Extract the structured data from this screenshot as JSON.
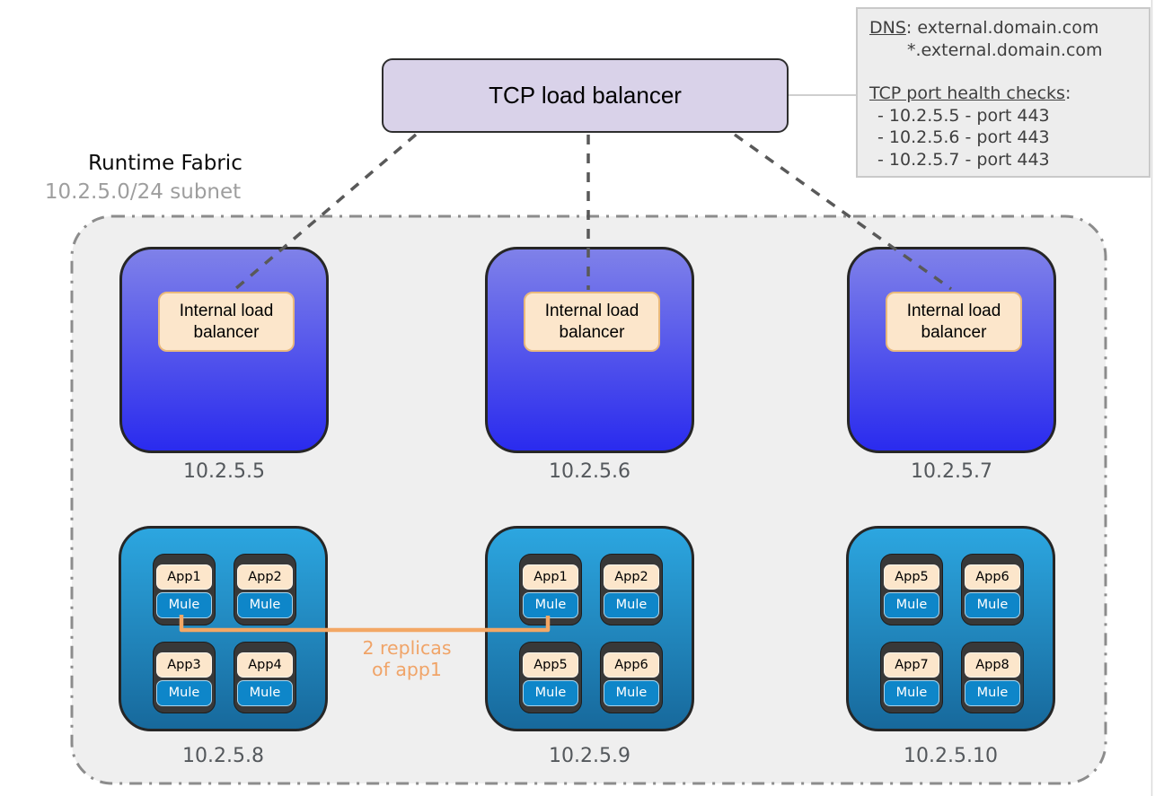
{
  "title_node": {
    "label": "TCP load balancer"
  },
  "info_panel": {
    "dns_term": "DNS",
    "dns_rest": ": external.domain.com",
    "dns_wildcard": "*.external.domain.com",
    "health_title": "TCP port health checks",
    "health_sep": ":",
    "health_checks": [
      "- 10.2.5.5 - port 443",
      "- 10.2.5.6 - port 443",
      "- 10.2.5.7 - port 443"
    ]
  },
  "fabric": {
    "title": "Runtime Fabric",
    "subtitle": "10.2.5.0/24 subnet"
  },
  "ilb_nodes": [
    {
      "ip": "10.2.5.5",
      "label": "Internal load balancer"
    },
    {
      "ip": "10.2.5.6",
      "label": "Internal load balancer"
    },
    {
      "ip": "10.2.5.7",
      "label": "Internal load balancer"
    }
  ],
  "worker_nodes": [
    {
      "ip": "10.2.5.8",
      "pods": [
        {
          "app": "App1",
          "runtime": "Mule"
        },
        {
          "app": "App2",
          "runtime": "Mule"
        },
        {
          "app": "App3",
          "runtime": "Mule"
        },
        {
          "app": "App4",
          "runtime": "Mule"
        }
      ]
    },
    {
      "ip": "10.2.5.9",
      "pods": [
        {
          "app": "App1",
          "runtime": "Mule"
        },
        {
          "app": "App2",
          "runtime": "Mule"
        },
        {
          "app": "App5",
          "runtime": "Mule"
        },
        {
          "app": "App6",
          "runtime": "Mule"
        }
      ]
    },
    {
      "ip": "10.2.5.10",
      "pods": [
        {
          "app": "App5",
          "runtime": "Mule"
        },
        {
          "app": "App6",
          "runtime": "Mule"
        },
        {
          "app": "App7",
          "runtime": "Mule"
        },
        {
          "app": "App8",
          "runtime": "Mule"
        }
      ]
    }
  ],
  "replica_note": {
    "line1": "2 replicas",
    "line2": "of app1"
  },
  "colors": {
    "accent_orange": "#f3a765",
    "tcp_lb_fill": "#d9d2e9",
    "fabric_fill": "#efefef",
    "ilb_node_top": "#7f81e9",
    "ilb_node_bottom": "#2a2bee",
    "worker_node_top": "#2ca6e0",
    "worker_node_bottom": "#17699c",
    "app_box": "#fce6cb",
    "mule_box": "#0e86c9"
  }
}
